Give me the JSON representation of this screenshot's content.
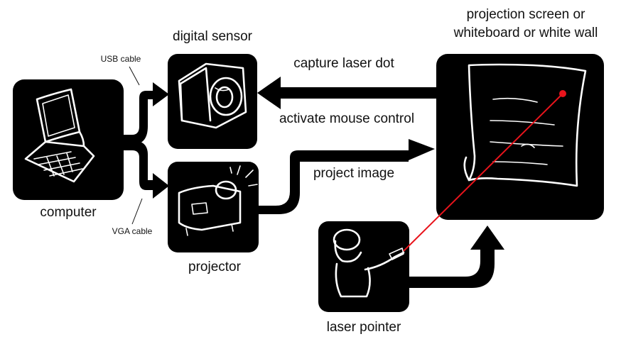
{
  "nodes": {
    "computer": "computer",
    "digital_sensor": "digital sensor",
    "projector": "projector",
    "laser_pointer": "laser pointer",
    "screen_line1": "projection screen or",
    "screen_line2": "whiteboard or white wall"
  },
  "edges": {
    "usb_cable": "USB cable",
    "vga_cable": "VGA cable",
    "capture": "capture laser dot",
    "activate": "activate mouse control",
    "project": "project image"
  },
  "colors": {
    "box": "#000000",
    "laser_beam": "#e8141c",
    "text": "#111111"
  },
  "icons": [
    "computer-icon",
    "camera-icon",
    "projector-icon",
    "person-icon",
    "whiteboard-icon"
  ]
}
